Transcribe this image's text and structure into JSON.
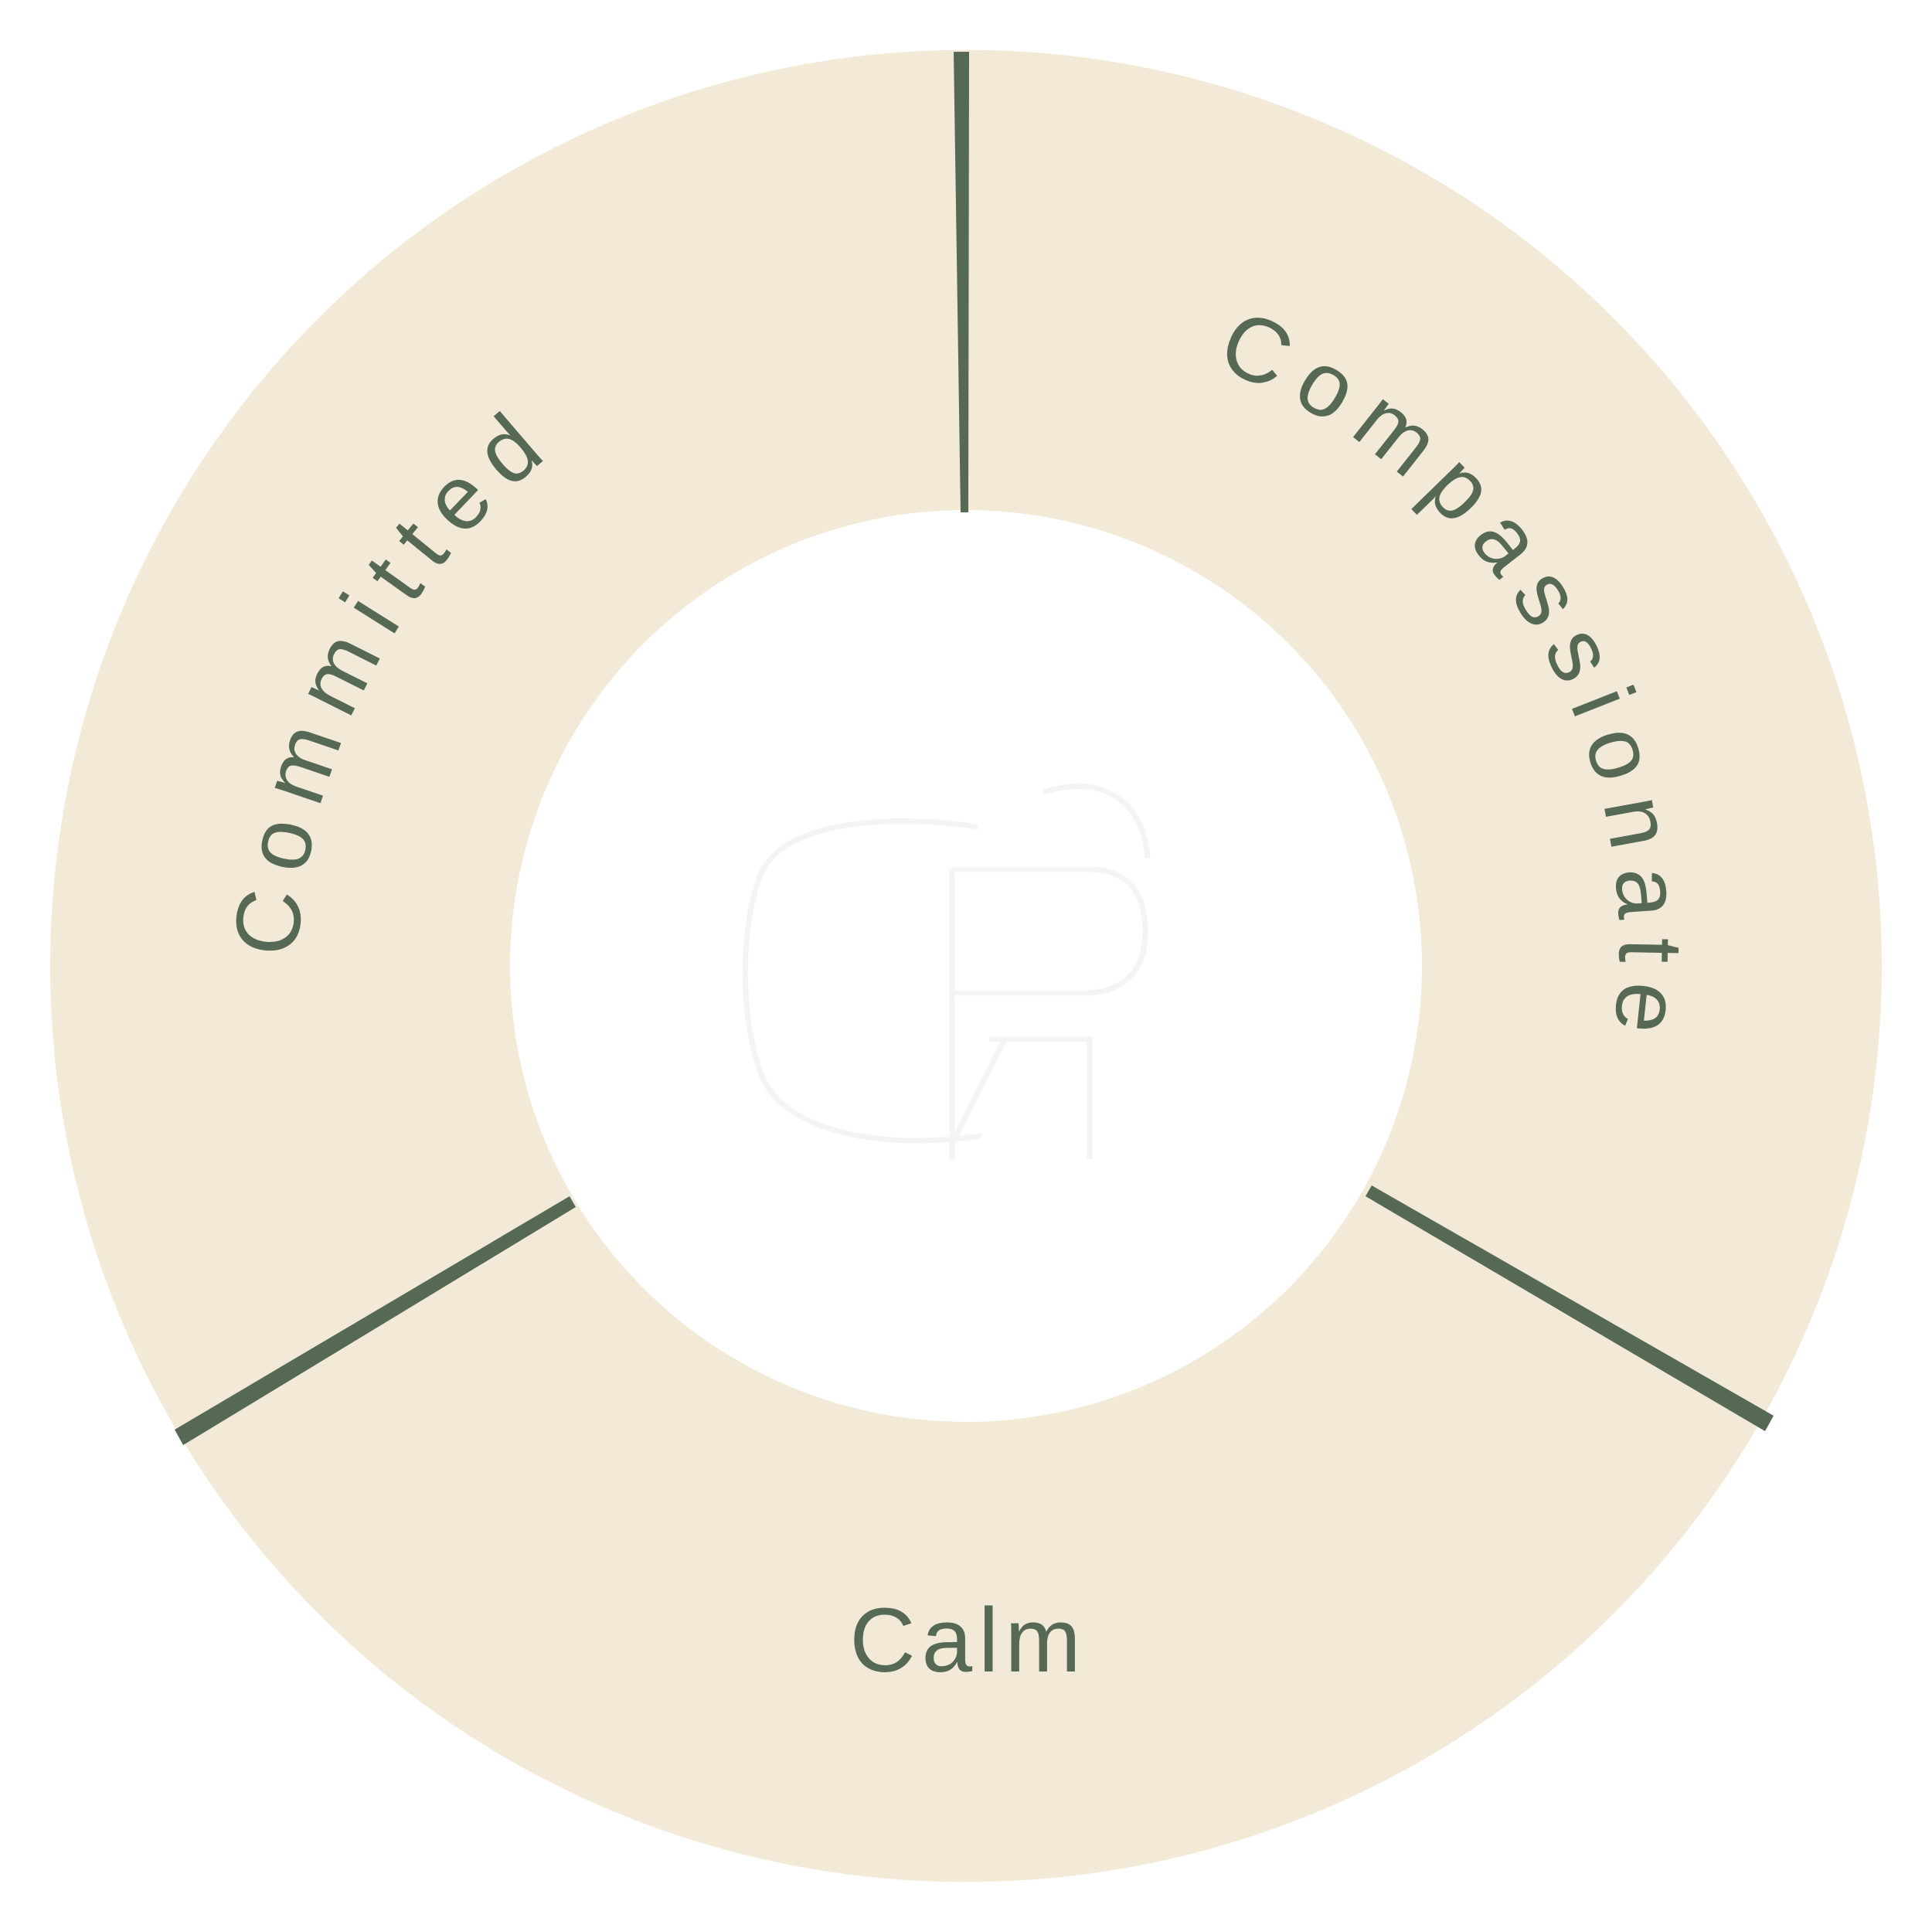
{
  "diagram": {
    "labels": {
      "compassionate": "Compassionate",
      "calm": "Calm",
      "committed": "Committed"
    },
    "center_logo": "CRM",
    "colors": {
      "ring_fill": "#F3E9D7",
      "divider": "#556955",
      "label_text": "#556955",
      "background": "#FFFFFF",
      "logo_stroke": "#F4F4F4"
    }
  }
}
